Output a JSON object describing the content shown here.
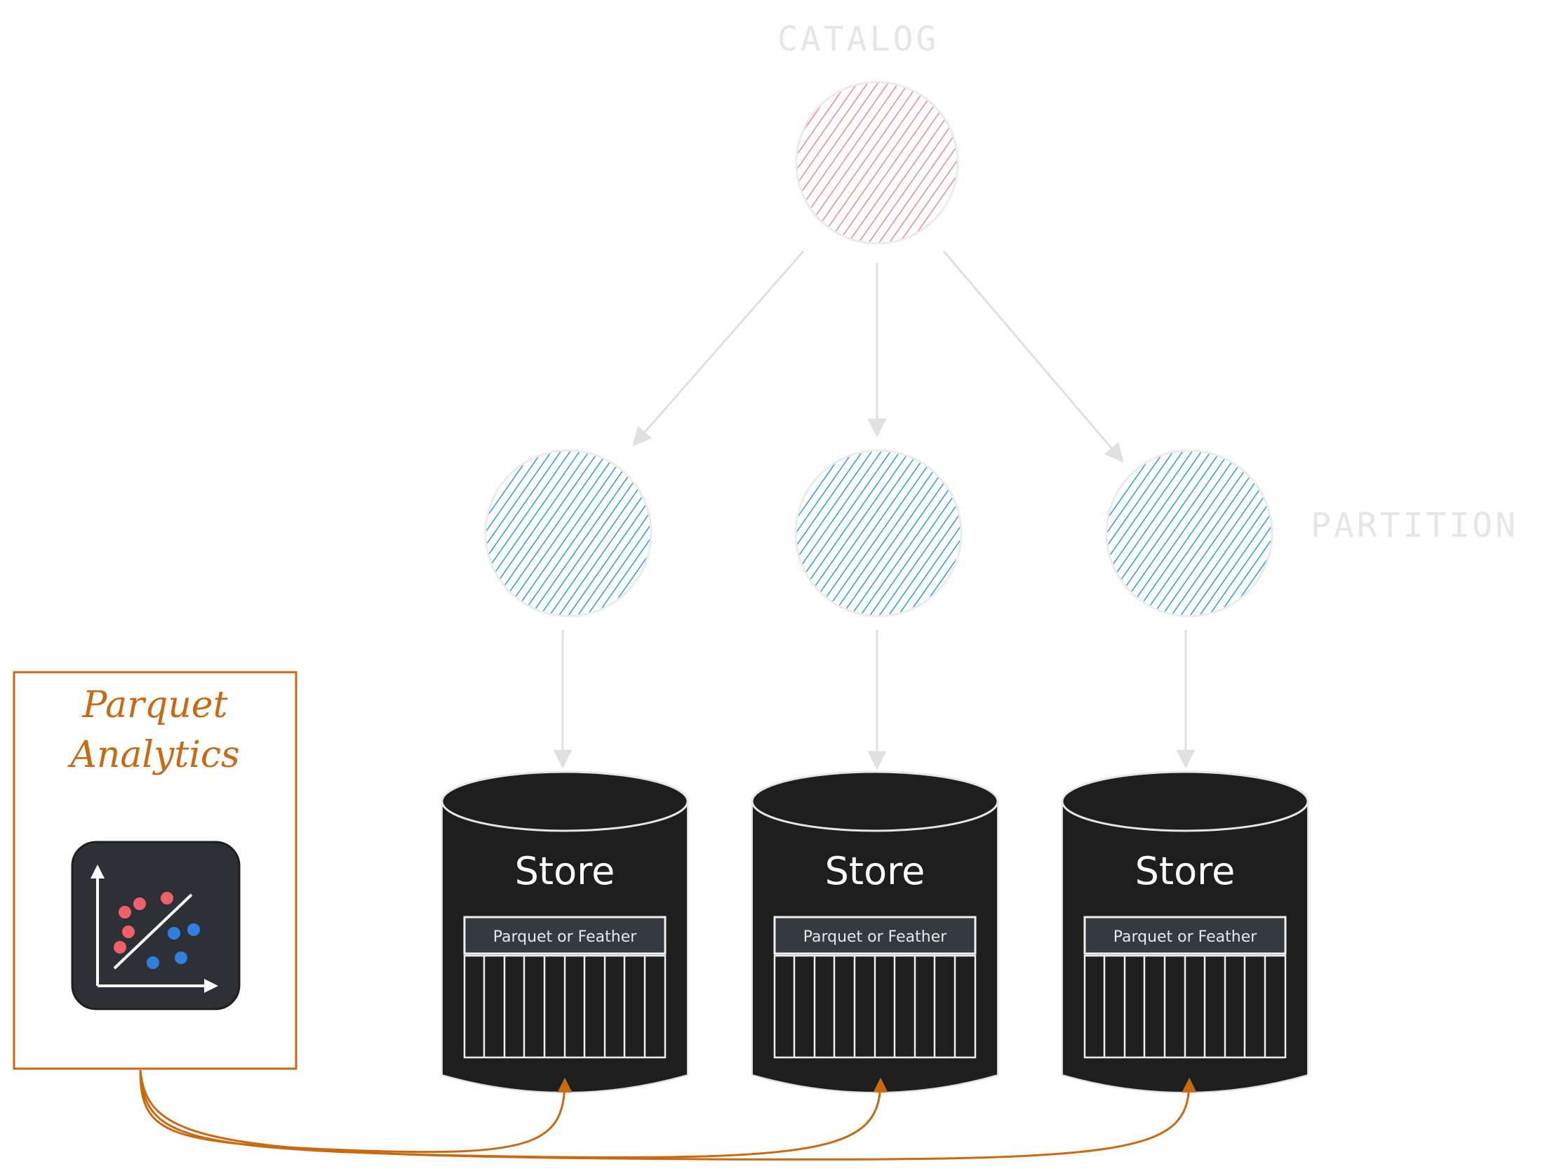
{
  "labels": {
    "catalog": "CATALOG",
    "partition": "PARTITION"
  },
  "stores": [
    {
      "title": "Store",
      "band": "Parquet or Feather"
    },
    {
      "title": "Store",
      "band": "Parquet or Feather"
    },
    {
      "title": "Store",
      "band": "Parquet or Feather"
    }
  ],
  "analytics": {
    "line1": "Parquet",
    "line2": "Analytics"
  },
  "colors": {
    "catalog_node": "#f08a90",
    "partition_node": "#2b9fd9",
    "store_body": "#1e1e1e",
    "band": "#343a40",
    "accent": "#c96a12",
    "arrow": "#e0e0e0",
    "label": "#e6e6e6"
  },
  "icons": {
    "analytics": "scatter-plot-icon"
  }
}
